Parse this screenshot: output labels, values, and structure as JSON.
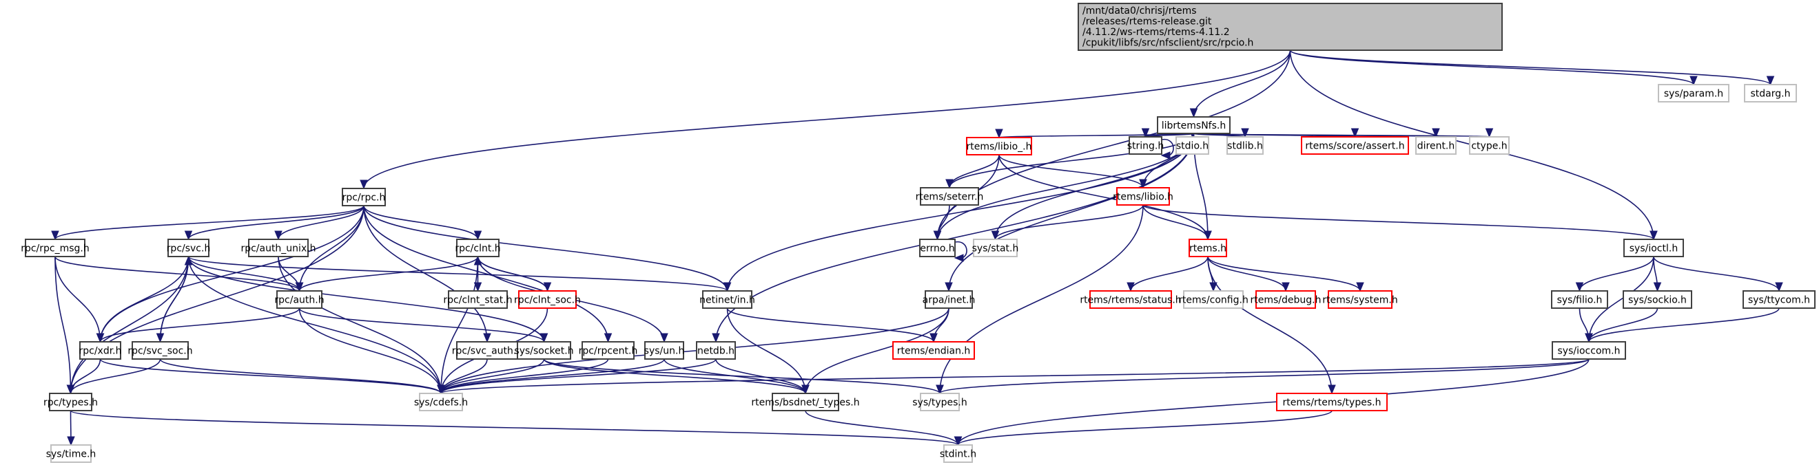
{
  "diagram": {
    "type": "include-dependency-graph",
    "colors": {
      "edge": "#191970",
      "root_fill": "#bfbfbf",
      "root_border": "#404040",
      "documented_border": "#404040",
      "incomplete_border": "#ff0000",
      "external_border": "#bfbfbf"
    },
    "nodes": [
      {
        "id": "root",
        "kind": "root",
        "lines": [
          "/mnt/data0/chrisj/rtems",
          "/releases/rtems-release.git",
          "/4.11.2/ws-rtems/rtems-4.11.2",
          "/cpukit/libfs/src/nfsclient/src/rpcio.h"
        ]
      },
      {
        "id": "librtemsNfs",
        "kind": "documented",
        "lines": [
          "librtemsNfs.h"
        ]
      },
      {
        "id": "sys_param",
        "kind": "external",
        "lines": [
          "sys/param.h"
        ]
      },
      {
        "id": "stdarg",
        "kind": "external",
        "lines": [
          "stdarg.h"
        ]
      },
      {
        "id": "rtems_libio_",
        "kind": "incomplete",
        "lines": [
          "rtems/libio_.h"
        ]
      },
      {
        "id": "string",
        "kind": "documented",
        "lines": [
          "string.h"
        ]
      },
      {
        "id": "stdio",
        "kind": "external",
        "lines": [
          "stdio.h"
        ]
      },
      {
        "id": "stdlib",
        "kind": "external",
        "lines": [
          "stdlib.h"
        ]
      },
      {
        "id": "score_assert",
        "kind": "incomplete",
        "lines": [
          "rtems/score/assert.h"
        ]
      },
      {
        "id": "dirent",
        "kind": "external",
        "lines": [
          "dirent.h"
        ]
      },
      {
        "id": "ctype",
        "kind": "external",
        "lines": [
          "ctype.h"
        ]
      },
      {
        "id": "rpc_rpc",
        "kind": "documented",
        "lines": [
          "rpc/rpc.h"
        ]
      },
      {
        "id": "rtems_seterr",
        "kind": "documented",
        "lines": [
          "rtems/seterr.h"
        ]
      },
      {
        "id": "rtems_libio",
        "kind": "incomplete",
        "lines": [
          "rtems/libio.h"
        ]
      },
      {
        "id": "errno",
        "kind": "documented",
        "lines": [
          "errno.h"
        ]
      },
      {
        "id": "sys_stat",
        "kind": "external",
        "lines": [
          "sys/stat.h"
        ]
      },
      {
        "id": "rtems_h",
        "kind": "incomplete",
        "lines": [
          "rtems.h"
        ]
      },
      {
        "id": "sys_ioctl",
        "kind": "documented",
        "lines": [
          "sys/ioctl.h"
        ]
      },
      {
        "id": "rpc_rpc_msg",
        "kind": "documented",
        "lines": [
          "rpc/rpc_msg.h"
        ]
      },
      {
        "id": "rpc_svc",
        "kind": "documented",
        "lines": [
          "rpc/svc.h"
        ]
      },
      {
        "id": "rpc_auth_unix",
        "kind": "documented",
        "lines": [
          "rpc/auth_unix.h"
        ]
      },
      {
        "id": "rpc_clnt",
        "kind": "documented",
        "lines": [
          "rpc/clnt.h"
        ]
      },
      {
        "id": "rpc_auth",
        "kind": "documented",
        "lines": [
          "rpc/auth.h"
        ]
      },
      {
        "id": "rpc_clnt_stat",
        "kind": "documented",
        "lines": [
          "rpc/clnt_stat.h"
        ]
      },
      {
        "id": "rpc_clnt_soc",
        "kind": "incomplete",
        "lines": [
          "rpc/clnt_soc.h"
        ]
      },
      {
        "id": "netinet_in",
        "kind": "documented",
        "lines": [
          "netinet/in.h"
        ]
      },
      {
        "id": "arpa_inet",
        "kind": "documented",
        "lines": [
          "arpa/inet.h"
        ]
      },
      {
        "id": "rtems_status",
        "kind": "incomplete",
        "lines": [
          "rtems/rtems/status.h"
        ]
      },
      {
        "id": "rtems_config",
        "kind": "external",
        "lines": [
          "rtems/config.h"
        ]
      },
      {
        "id": "rtems_debug",
        "kind": "incomplete",
        "lines": [
          "rtems/debug.h"
        ]
      },
      {
        "id": "rtems_system",
        "kind": "incomplete",
        "lines": [
          "rtems/system.h"
        ]
      },
      {
        "id": "sys_filio",
        "kind": "documented",
        "lines": [
          "sys/filio.h"
        ]
      },
      {
        "id": "sys_sockio",
        "kind": "documented",
        "lines": [
          "sys/sockio.h"
        ]
      },
      {
        "id": "sys_ttycom",
        "kind": "documented",
        "lines": [
          "sys/ttycom.h"
        ]
      },
      {
        "id": "rpc_xdr",
        "kind": "documented",
        "lines": [
          "rpc/xdr.h"
        ]
      },
      {
        "id": "rpc_svc_soc",
        "kind": "documented",
        "lines": [
          "rpc/svc_soc.h"
        ]
      },
      {
        "id": "rpc_svc_auth",
        "kind": "documented",
        "lines": [
          "rpc/svc_auth.h"
        ]
      },
      {
        "id": "sys_socket",
        "kind": "documented",
        "lines": [
          "sys/socket.h"
        ]
      },
      {
        "id": "rpc_rpcent",
        "kind": "documented",
        "lines": [
          "rpc/rpcent.h"
        ]
      },
      {
        "id": "sys_un",
        "kind": "documented",
        "lines": [
          "sys/un.h"
        ]
      },
      {
        "id": "netdb",
        "kind": "documented",
        "lines": [
          "netdb.h"
        ]
      },
      {
        "id": "rtems_endian",
        "kind": "incomplete",
        "lines": [
          "rtems/endian.h"
        ]
      },
      {
        "id": "sys_ioccom",
        "kind": "documented",
        "lines": [
          "sys/ioccom.h"
        ]
      },
      {
        "id": "rpc_types",
        "kind": "documented",
        "lines": [
          "rpc/types.h"
        ]
      },
      {
        "id": "sys_cdefs",
        "kind": "external",
        "lines": [
          "sys/cdefs.h"
        ]
      },
      {
        "id": "bsdnet_types",
        "kind": "documented",
        "lines": [
          "rtems/bsdnet/_types.h"
        ]
      },
      {
        "id": "sys_types",
        "kind": "external",
        "lines": [
          "sys/types.h"
        ]
      },
      {
        "id": "rtems_rtems_types",
        "kind": "incomplete",
        "lines": [
          "rtems/rtems/types.h"
        ]
      },
      {
        "id": "sys_time",
        "kind": "external",
        "lines": [
          "sys/time.h"
        ]
      },
      {
        "id": "stdint",
        "kind": "external",
        "lines": [
          "stdint.h"
        ]
      }
    ],
    "edges": [
      [
        "root",
        "librtemsNfs"
      ],
      [
        "root",
        "sys_param"
      ],
      [
        "root",
        "stdarg"
      ],
      [
        "root",
        "rpc_rpc"
      ],
      [
        "root",
        "errno"
      ],
      [
        "root",
        "sys_ioctl"
      ],
      [
        "librtemsNfs",
        "rtems_libio_"
      ],
      [
        "librtemsNfs",
        "string"
      ],
      [
        "librtemsNfs",
        "stdio"
      ],
      [
        "librtemsNfs",
        "stdlib"
      ],
      [
        "librtemsNfs",
        "score_assert"
      ],
      [
        "librtemsNfs",
        "dirent"
      ],
      [
        "librtemsNfs",
        "ctype"
      ],
      [
        "librtemsNfs",
        "rtems_seterr"
      ],
      [
        "librtemsNfs",
        "errno"
      ],
      [
        "librtemsNfs",
        "sys_stat"
      ],
      [
        "librtemsNfs",
        "rtems_libio"
      ],
      [
        "librtemsNfs",
        "rtems_h"
      ],
      [
        "librtemsNfs",
        "netinet_in"
      ],
      [
        "librtemsNfs",
        "arpa_inet"
      ],
      [
        "librtemsNfs",
        "netdb"
      ],
      [
        "string",
        "string"
      ],
      [
        "errno",
        "errno"
      ],
      [
        "rtems_libio_",
        "rtems_seterr"
      ],
      [
        "rtems_libio_",
        "errno"
      ],
      [
        "rtems_libio_",
        "rtems_libio"
      ],
      [
        "rtems_libio_",
        "rtems_h"
      ],
      [
        "rtems_seterr",
        "errno"
      ],
      [
        "rtems_libio",
        "sys_stat"
      ],
      [
        "rtems_libio",
        "rtems_h"
      ],
      [
        "rtems_libio",
        "sys_ioctl"
      ],
      [
        "rtems_libio",
        "sys_types"
      ],
      [
        "rtems_h",
        "rtems_status"
      ],
      [
        "rtems_h",
        "rtems_config"
      ],
      [
        "rtems_h",
        "rtems_debug"
      ],
      [
        "rtems_h",
        "rtems_system"
      ],
      [
        "rtems_h",
        "rtems_rtems_types"
      ],
      [
        "sys_ioctl",
        "sys_filio"
      ],
      [
        "sys_ioctl",
        "sys_sockio"
      ],
      [
        "sys_ioctl",
        "sys_ttycom"
      ],
      [
        "sys_ioctl",
        "sys_ioccom"
      ],
      [
        "sys_filio",
        "sys_ioccom"
      ],
      [
        "sys_sockio",
        "sys_ioccom"
      ],
      [
        "sys_ttycom",
        "sys_ioccom"
      ],
      [
        "sys_ioccom",
        "sys_types"
      ],
      [
        "sys_ioccom",
        "sys_cdefs"
      ],
      [
        "sys_ioccom",
        "stdint"
      ],
      [
        "rpc_rpc",
        "rpc_rpc_msg"
      ],
      [
        "rpc_rpc",
        "rpc_svc"
      ],
      [
        "rpc_rpc",
        "rpc_auth_unix"
      ],
      [
        "rpc_rpc",
        "rpc_clnt"
      ],
      [
        "rpc_rpc",
        "rpc_auth"
      ],
      [
        "rpc_rpc",
        "rpc_xdr"
      ],
      [
        "rpc_rpc",
        "rpc_types"
      ],
      [
        "rpc_rpc",
        "netinet_in"
      ],
      [
        "rpc_rpc",
        "rpc_rpcent"
      ],
      [
        "rpc_rpc",
        "rpc_svc_auth"
      ],
      [
        "rpc_rpc_msg",
        "rpc_auth"
      ],
      [
        "rpc_rpc_msg",
        "rpc_xdr"
      ],
      [
        "rpc_rpc_msg",
        "rpc_types"
      ],
      [
        "rpc_svc",
        "rpc_auth"
      ],
      [
        "rpc_svc",
        "rpc_xdr"
      ],
      [
        "rpc_svc",
        "rpc_svc_soc"
      ],
      [
        "rpc_svc",
        "rpc_types"
      ],
      [
        "rpc_svc",
        "sys_cdefs"
      ],
      [
        "rpc_svc",
        "netinet_in"
      ],
      [
        "rpc_svc",
        "sys_socket"
      ],
      [
        "rpc_auth_unix",
        "rpc_auth"
      ],
      [
        "rpc_auth_unix",
        "sys_cdefs"
      ],
      [
        "rpc_clnt",
        "rpc_auth"
      ],
      [
        "rpc_clnt",
        "rpc_clnt_stat"
      ],
      [
        "rpc_clnt",
        "rpc_clnt_soc"
      ],
      [
        "rpc_clnt",
        "sys_cdefs"
      ],
      [
        "rpc_clnt",
        "sys_un"
      ],
      [
        "rpc_clnt_soc",
        "rpc_clnt"
      ],
      [
        "rpc_clnt_soc",
        "sys_cdefs"
      ],
      [
        "rpc_auth",
        "rpc_xdr"
      ],
      [
        "rpc_auth",
        "sys_cdefs"
      ],
      [
        "rpc_auth",
        "sys_socket"
      ],
      [
        "rpc_svc_soc",
        "rpc_svc"
      ],
      [
        "rpc_svc_soc",
        "rpc_types"
      ],
      [
        "rpc_svc_soc",
        "sys_cdefs"
      ],
      [
        "rpc_xdr",
        "rpc_types"
      ],
      [
        "rpc_xdr",
        "sys_cdefs"
      ],
      [
        "rpc_svc_auth",
        "sys_cdefs"
      ],
      [
        "sys_socket",
        "sys_cdefs"
      ],
      [
        "sys_socket",
        "bsdnet_types"
      ],
      [
        "sys_socket",
        "sys_types"
      ],
      [
        "rpc_rpcent",
        "sys_cdefs"
      ],
      [
        "sys_un",
        "sys_cdefs"
      ],
      [
        "sys_un",
        "bsdnet_types"
      ],
      [
        "netdb",
        "sys_cdefs"
      ],
      [
        "netdb",
        "bsdnet_types"
      ],
      [
        "netinet_in",
        "rtems_endian"
      ],
      [
        "netinet_in",
        "bsdnet_types"
      ],
      [
        "arpa_inet",
        "rtems_endian"
      ],
      [
        "arpa_inet",
        "sys_cdefs"
      ],
      [
        "arpa_inet",
        "bsdnet_types"
      ],
      [
        "rpc_types",
        "sys_time"
      ],
      [
        "rpc_types",
        "stdint"
      ],
      [
        "bsdnet_types",
        "stdint"
      ],
      [
        "rtems_rtems_types",
        "stdint"
      ]
    ]
  }
}
